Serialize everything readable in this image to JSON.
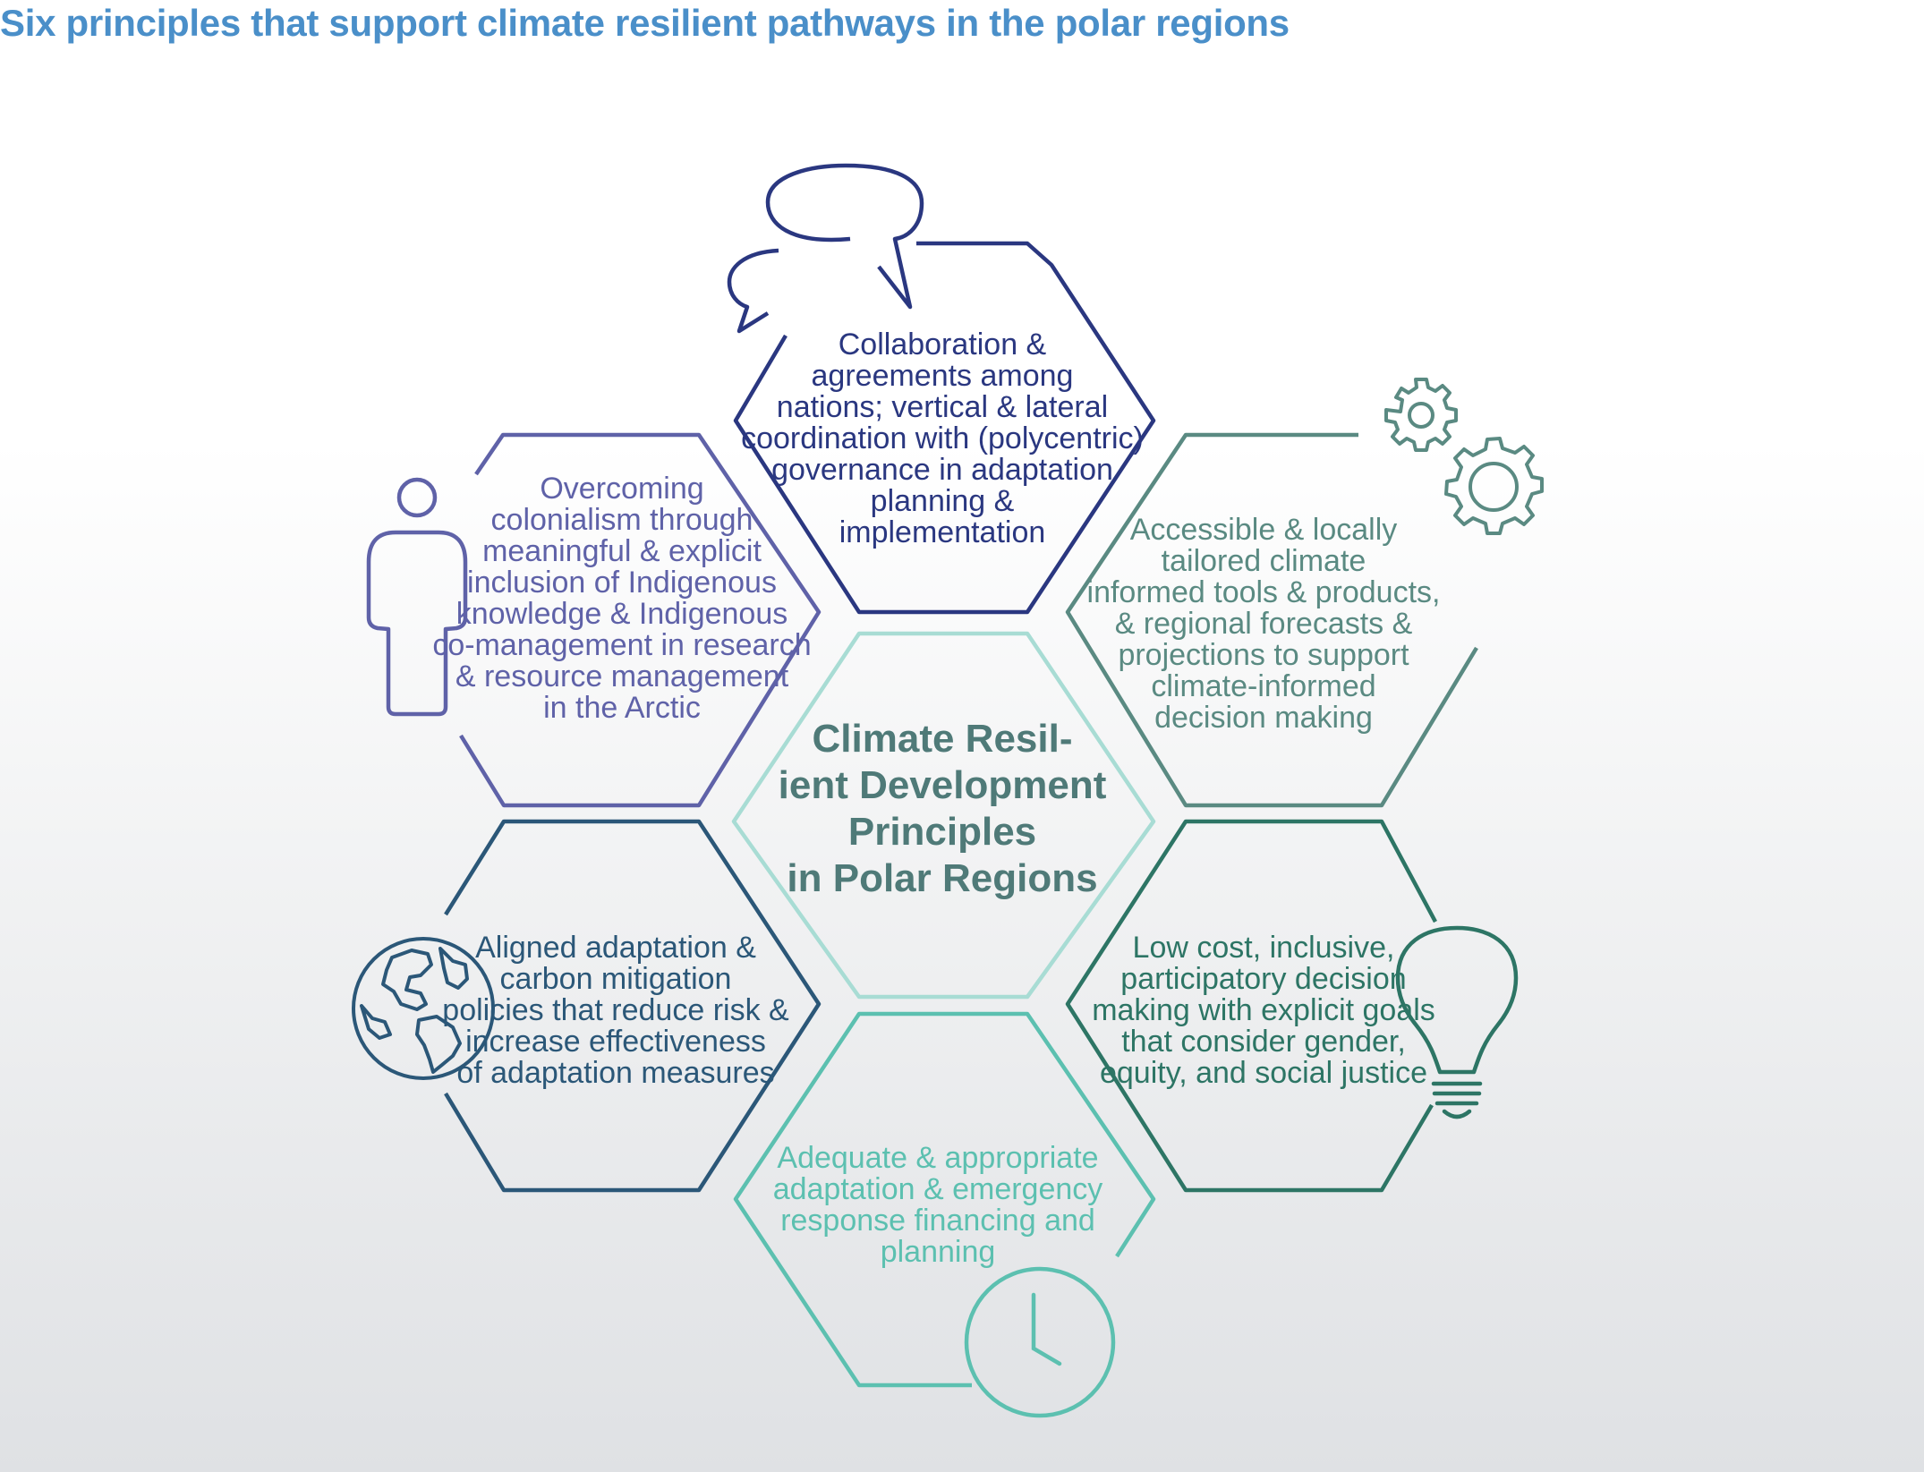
{
  "title": "Six principles that support climate resilient pathways in the polar regions",
  "colors": {
    "title": "#4a8fc9",
    "top": "#2a3780",
    "upper_left": "#5f62a8",
    "upper_right": "#5a8a82",
    "lower_left": "#2b5778",
    "lower_right": "#2d7565",
    "bottom": "#5cc0b0",
    "center_border": "#a8dcd4",
    "center_text": "#4f7a78"
  },
  "center": {
    "lines": [
      "Climate Resil-",
      "ient Development",
      "Principles",
      "in Polar Regions"
    ]
  },
  "principles": {
    "top": {
      "icon": "speech-bubbles-icon",
      "lines": [
        "Collaboration &",
        "agreements among",
        "nations; vertical & lateral",
        "coordination with (polycentric)",
        "governance in adaptation",
        "planning &",
        "implementation"
      ]
    },
    "upper_left": {
      "icon": "person-icon",
      "lines": [
        "Overcoming",
        "colonialism through",
        "meaningful & explicit",
        "inclusion of Indigenous",
        "knowledge & Indigenous",
        "co-management in research",
        "& resource management",
        "in the Arctic"
      ]
    },
    "upper_right": {
      "icon": "gears-icon",
      "lines": [
        "Accessible & locally",
        "tailored climate",
        "informed tools & products,",
        "& regional forecasts &",
        "projections to support",
        "climate-informed",
        "decision making"
      ]
    },
    "lower_left": {
      "icon": "globe-icon",
      "lines": [
        "Aligned adaptation &",
        "carbon mitigation",
        "policies that reduce risk &",
        "increase effectiveness",
        "of adaptation measures"
      ]
    },
    "lower_right": {
      "icon": "lightbulb-icon",
      "lines": [
        "Low cost, inclusive,",
        "participatory decision",
        "making with explicit goals",
        "that consider gender,",
        "equity, and social justice"
      ]
    },
    "bottom": {
      "icon": "clock-icon",
      "lines": [
        "Adequate & appropriate",
        "adaptation & emergency",
        "response financing and",
        "planning"
      ]
    }
  }
}
